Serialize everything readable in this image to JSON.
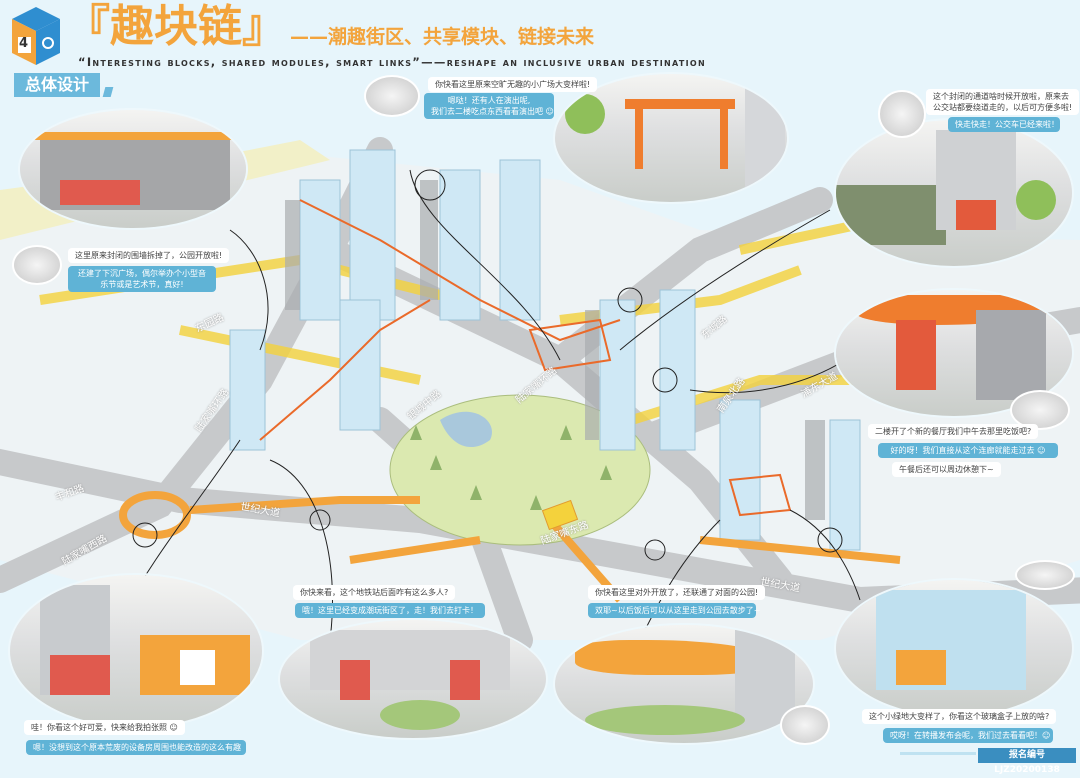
{
  "header": {
    "title": "『趣块链』",
    "subtitle": "——潮趣街区、共享模块、链接未来",
    "english": "“Interesting blocks, shared modules, smart links”——reshape an inclusive urban destination",
    "section": "总体设计"
  },
  "logo": {
    "icon": "cube-logo-icon",
    "number": "4"
  },
  "roads": [
    "东园路",
    "陆家嘴环路",
    "银城中路",
    "陆家嘴环路",
    "东城路",
    "南泉北路",
    "浦东大道",
    "丰和路",
    "世纪大道",
    "陆家嘴西路",
    "陆家嘴东路",
    "世纪大道"
  ],
  "dialogs": {
    "plaza": {
      "q": "你快看这里原来空旷无趣的小广场大变样啦!",
      "a1": "嗯哒！还有人在演出呢,",
      "a2": "我们去二楼吃点东西看看演出吧 ☺"
    },
    "bus": {
      "q1": "这个封闭的通道啥时候开放啦，原来去",
      "q2": "公交站都要绕道走的，以后可方便多啦!",
      "a": "快走快走！公交车已经来啦！"
    },
    "park": {
      "q": "这里原来封闭的围墙拆掉了，公园开放啦!",
      "a1": "还建了下沉广场，偶尔举办个小型音",
      "a2": "乐节或是艺术节，真好!"
    },
    "restaurant": {
      "q": "二楼开了个新的餐厅我们中午去那里吃饭吧?",
      "a": "好的呀！我们直接从这个连廊就能走过去 ☺",
      "q2": "午餐后还可以周边休憩下~"
    },
    "metro": {
      "q": "你快来看，这个地铁站后面咋有这么多人?",
      "a": "哦！这里已经变成潮玩街区了，走！我们去打卡！"
    },
    "open": {
      "q": "你快看这里对外开放了，还联通了对面的公园!",
      "a": "双耶~以后饭后可以从这里走到公园去散步了~"
    },
    "toy": {
      "q": "哇！你看这个好可爱，快来给我拍张照 ☺",
      "a": "嗯！没想到这个原本荒废的设备房周围也能改造的这么有趣"
    },
    "glass": {
      "q": "这个小绿地大变样了，你看这个玻璃盒子上放的啥?",
      "a": "哎呀！在转播发布会呢，我们过去看看吧！☺"
    }
  },
  "footer": {
    "id": "报名编号  LJZ20200138"
  },
  "colors": {
    "bg": "#e7f5fb",
    "orange": "#f3a43c",
    "blue": "#5fb3d6",
    "road": "#c7c9cb",
    "yellow": "#f4d23c",
    "park": "#dbe9b0"
  }
}
